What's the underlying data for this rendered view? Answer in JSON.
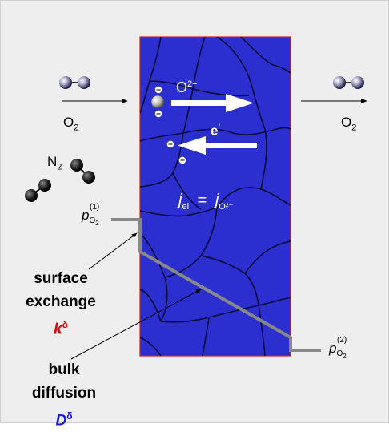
{
  "colors": {
    "background": "#eeeeee",
    "membrane": "#2c2fd0",
    "grain_boundary": "#0a0a3a",
    "membrane_edge": "#cc1f1f",
    "pressure_profile": "#888888",
    "k_color": "#e00000",
    "D_color": "#1a1ad8"
  },
  "labels": {
    "o2_left": {
      "main": "O",
      "sub": "2"
    },
    "o2_right": {
      "main": "O",
      "sub": "2"
    },
    "n2": {
      "main": "N",
      "sub": "2"
    },
    "oxide_ion": {
      "main": "O",
      "sup": "2−"
    },
    "electron": {
      "main": "e",
      "sup": "'"
    },
    "flux": {
      "j1": "j",
      "j1_sub": "el",
      "eq": "=",
      "j2": "j",
      "j2_sub": "O²⁻"
    },
    "p1": {
      "main": "p",
      "sub": "O",
      "subsub": "2",
      "sup": "(1)"
    },
    "p2": {
      "main": "p",
      "sub": "O",
      "subsub": "2",
      "sup": "(2)"
    },
    "surface_exchange": {
      "line1": "surface",
      "line2": "exchange",
      "symbol": "k",
      "sup": "δ"
    },
    "bulk_diffusion": {
      "line1": "bulk",
      "line2": "diffusion",
      "symbol": "D",
      "sup": "δ"
    }
  },
  "icons": [
    "o2-molecule-icon",
    "n2-molecule-icon",
    "oxide-ion-icon",
    "electron-icon",
    "arrow-icon"
  ]
}
